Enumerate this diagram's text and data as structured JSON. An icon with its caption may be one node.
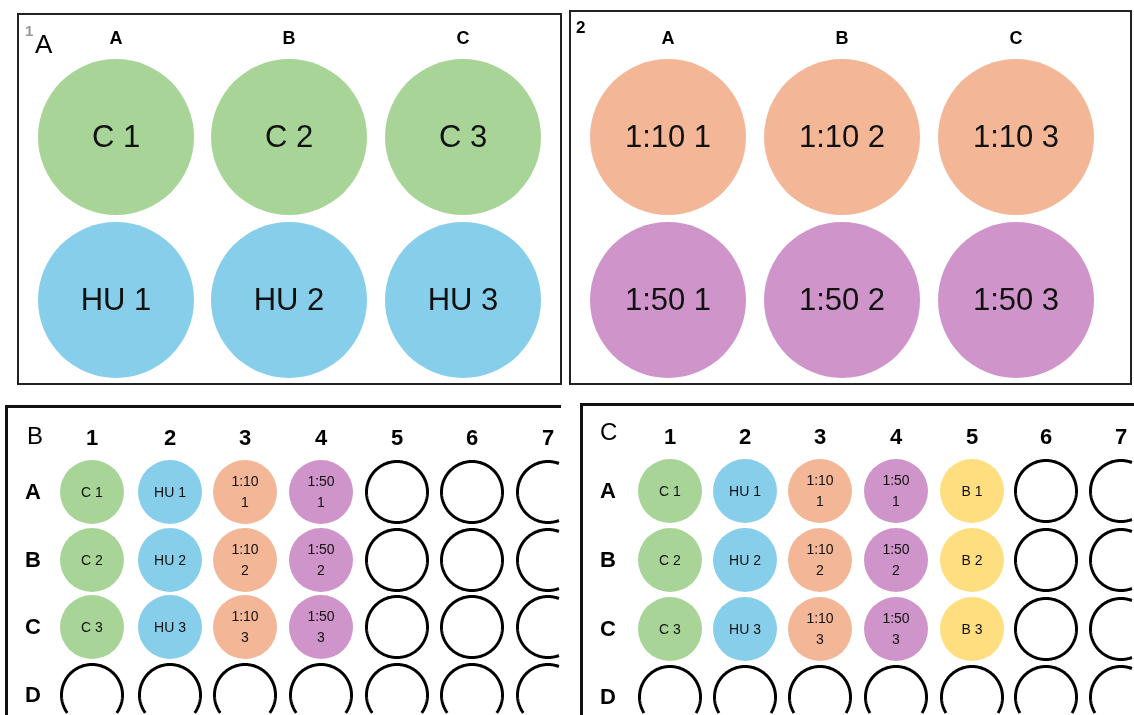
{
  "diagram": {
    "nodes": [
      {
        "text": [
          "1",
          "A"
        ]
      },
      {
        "text": [
          "C 1"
        ],
        "in": 0
      },
      {
        "text": [
          "C 2"
        ],
        "in": 0
      },
      {
        "text": [
          "C 3"
        ],
        "in": 0
      },
      {
        "text": [
          "HU 1"
        ],
        "in": 0
      },
      {
        "text": [
          "HU 2"
        ],
        "in": 0
      },
      {
        "text": [
          "HU 3"
        ],
        "in": 0
      },
      {
        "text": [
          "2"
        ]
      },
      {
        "text": [
          "1:10 1"
        ],
        "in": 7
      },
      {
        "text": [
          "1:10 2"
        ],
        "in": 7
      },
      {
        "text": [
          "1:10 3"
        ],
        "in": 7
      },
      {
        "text": [
          "1:50 1"
        ],
        "in": 7
      },
      {
        "text": [
          "1:50 2"
        ],
        "in": 7
      },
      {
        "text": [
          "1:50 3"
        ],
        "in": 7
      },
      {
        "text": [
          "B"
        ]
      },
      {
        "text": [
          "C 1"
        ],
        "in": 14
      },
      {
        "text": [
          "HU 1"
        ],
        "in": 14
      },
      {
        "text": [
          "1:10 1"
        ],
        "in": 14
      },
      {
        "text": [
          "1:50 1"
        ],
        "in": 14
      },
      {
        "text": [],
        "shape": "circle",
        "in": 14
      },
      {
        "text": [],
        "shape": "circle",
        "in": 14
      },
      {
        "text": [],
        "shape": "circle",
        "in": 14
      },
      {
        "text": [
          "C 2"
        ],
        "in": 14
      },
      {
        "text": [
          "HU 2"
        ],
        "in": 14
      },
      {
        "text": [
          "1:10 2"
        ],
        "in": 14
      },
      {
        "text": [
          "1:50 2"
        ],
        "in": 14
      },
      {
        "text": [],
        "shape": "circle",
        "in": 14
      },
      {
        "text": [],
        "shape": "circle",
        "in": 14
      },
      {
        "text": [],
        "shape": "circle",
        "in": 14
      },
      {
        "text": [
          "C 3"
        ],
        "in": 14
      },
      {
        "text": [
          "HU 3"
        ],
        "in": 14
      },
      {
        "text": [
          "1:10 3"
        ],
        "in": 14
      },
      {
        "text": [
          "1:50 3"
        ],
        "in": 14
      },
      {
        "text": [],
        "shape": "circle",
        "in": 14
      },
      {
        "text": [],
        "shape": "circle",
        "in": 14
      },
      {
        "text": [],
        "shape": "circle",
        "in": 14
      },
      {
        "text": [],
        "shape": "circle",
        "in": 14
      },
      {
        "text": [],
        "shape": "circle",
        "in": 14
      },
      {
        "text": [],
        "shape": "circle",
        "in": 14
      },
      {
        "text": [],
        "shape": "circle",
        "in": 14
      },
      {
        "text": [],
        "shape": "circle",
        "in": 14
      },
      {
        "text": [],
        "shape": "circle",
        "in": 14
      },
      {
        "text": [],
        "shape": "circle",
        "in": 14
      },
      {
        "text": [
          "C"
        ]
      },
      {
        "text": [
          "C 1"
        ],
        "in": 43
      },
      {
        "text": [
          "HU 1"
        ],
        "in": 43
      },
      {
        "text": [
          "1:10 1"
        ],
        "in": 43
      },
      {
        "text": [
          "1:50 1"
        ],
        "in": 43
      },
      {
        "text": [
          "B 1"
        ],
        "in": 43
      },
      {
        "text": [],
        "shape": "circle",
        "in": 43
      },
      {
        "text": [],
        "shape": "circle",
        "in": 43
      },
      {
        "text": [
          "C 2"
        ],
        "in": 43
      },
      {
        "text": [
          "HU 2"
        ],
        "in": 43
      },
      {
        "text": [
          "1:10 2"
        ],
        "in": 43
      },
      {
        "text": [
          "1:50 2"
        ],
        "in": 43
      },
      {
        "text": [
          "B 2"
        ],
        "in": 43
      },
      {
        "text": [],
        "shape": "circle",
        "in": 43
      },
      {
        "text": [],
        "shape": "circle",
        "in": 43
      },
      {
        "text": [
          "C 3"
        ],
        "in": 43
      },
      {
        "text": [
          "HU 3"
        ],
        "in": 43
      },
      {
        "text": [
          "1:10 3"
        ],
        "in": 43
      },
      {
        "text": [
          "1:50 3"
        ],
        "in": 43
      },
      {
        "text": [
          "B 3"
        ],
        "in": 43
      },
      {
        "text": [],
        "shape": "circle",
        "in": 43
      },
      {
        "text": [],
        "shape": "circle",
        "in": 43
      },
      {
        "text": [],
        "shape": "circle",
        "in": 43
      },
      {
        "text": [],
        "shape": "circle",
        "in": 43
      },
      {
        "text": [],
        "shape": "circle",
        "in": 43
      },
      {
        "text": [],
        "shape": "circle",
        "in": 43
      },
      {
        "text": [],
        "shape": "circle",
        "in": 43
      },
      {
        "text": [],
        "shape": "circle",
        "in": 43
      },
      {
        "text": [],
        "shape": "circle",
        "in": 43
      }
    ],
    "labels": [
      "A",
      "B",
      "C",
      "A",
      "B",
      "C",
      "1",
      "2",
      "3",
      "4",
      "5",
      "6",
      "7",
      "A",
      "B",
      "C",
      "D",
      "1",
      "2",
      "3",
      "4",
      "5",
      "6",
      "7",
      "A",
      "B",
      "C",
      "D"
    ]
  }
}
